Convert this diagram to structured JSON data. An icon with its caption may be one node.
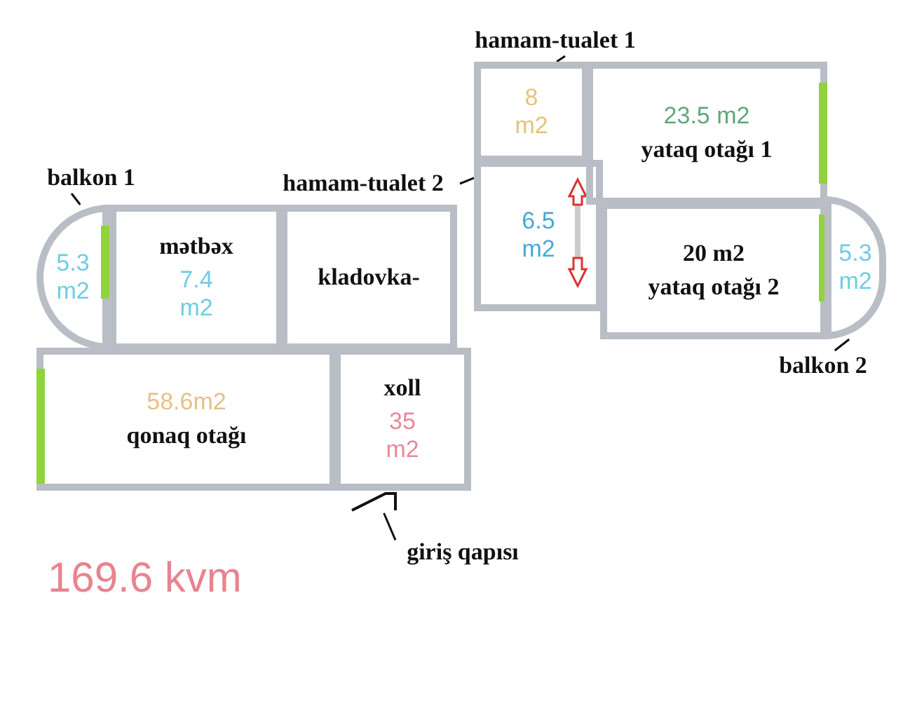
{
  "diagram": {
    "nodes": [
      {
        "text": [
          "hamam-tualet 1"
        ]
      },
      {
        "text": [
          "8 m2"
        ]
      },
      {
        "text": [
          "23.5 m2",
          "yataq otağı 1"
        ]
      },
      {
        "text": [
          "balkon 1"
        ]
      },
      {
        "text": [
          "hamam-tualet 2"
        ]
      },
      {
        "text": [
          "6.5 m2"
        ]
      },
      {
        "text": [
          "5.3 m2"
        ]
      },
      {
        "text": [
          "mətbəx",
          "7.4 m2"
        ]
      },
      {
        "text": [
          "kladovka-"
        ]
      },
      {
        "text": [
          "20 m2",
          "yataq otağı 2"
        ]
      },
      {
        "text": [
          "5.3 m2"
        ]
      },
      {
        "text": [
          "balkon 2"
        ]
      },
      {
        "text": [
          "58.6m2",
          "qonaq otağı"
        ]
      },
      {
        "text": [
          "xoll",
          "35 m2"
        ]
      },
      {
        "text": [],
        "shape": "door"
      },
      {
        "text": [
          "giriş qapısı"
        ]
      }
    ],
    "edges": [
      {
        "from": 0,
        "to": 1,
        "arrow": "none"
      },
      {
        "from": 3,
        "to": 6,
        "arrow": "none"
      },
      {
        "from": 4,
        "to": 5,
        "arrow": "none"
      },
      {
        "from": 11,
        "to": 10,
        "arrow": "none"
      },
      {
        "from": 15,
        "to": 14,
        "arrow": "none"
      }
    ],
    "labels": [
      "169.6 kvm"
    ]
  }
}
